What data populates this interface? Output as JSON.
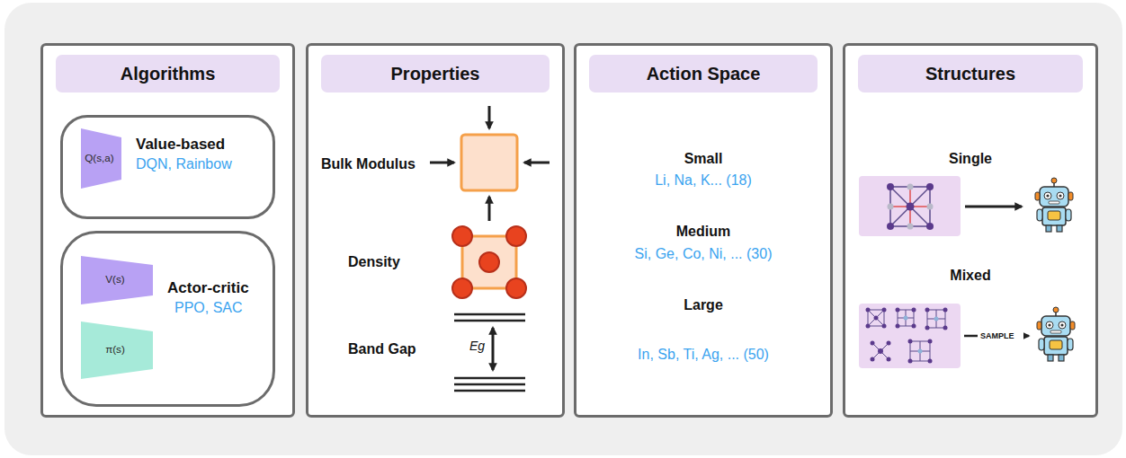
{
  "diagram": {
    "nodes": [
      {
        "text": [
          "Algorithms"
        ]
      },
      {
        "text": [
          "Value-based",
          "DQN, Rainbow"
        ],
        "in": 0
      },
      {
        "text": [
          "Q(s,a)"
        ],
        "in": 1
      },
      {
        "text": [
          "Actor-critic",
          "PPO, SAC"
        ],
        "in": 0
      },
      {
        "text": [
          "V(s)"
        ],
        "in": 3
      },
      {
        "text": [
          "π(s)"
        ],
        "in": 3
      },
      {
        "text": [
          "Properties"
        ]
      },
      {
        "text": [
          "Action Space"
        ]
      },
      {
        "text": [
          "Structures"
        ]
      }
    ],
    "labels": [
      "Bulk Modulus",
      "Density",
      "Band Gap",
      "Eg",
      "Small",
      "Li, Na, K... (18)",
      "Medium",
      "Si, Ge, Co, Ni, ... (30)",
      "Large",
      "In, Sb, Ti, Ag, ... (50)",
      "Single",
      "Mixed",
      "SAMPLE"
    ]
  }
}
